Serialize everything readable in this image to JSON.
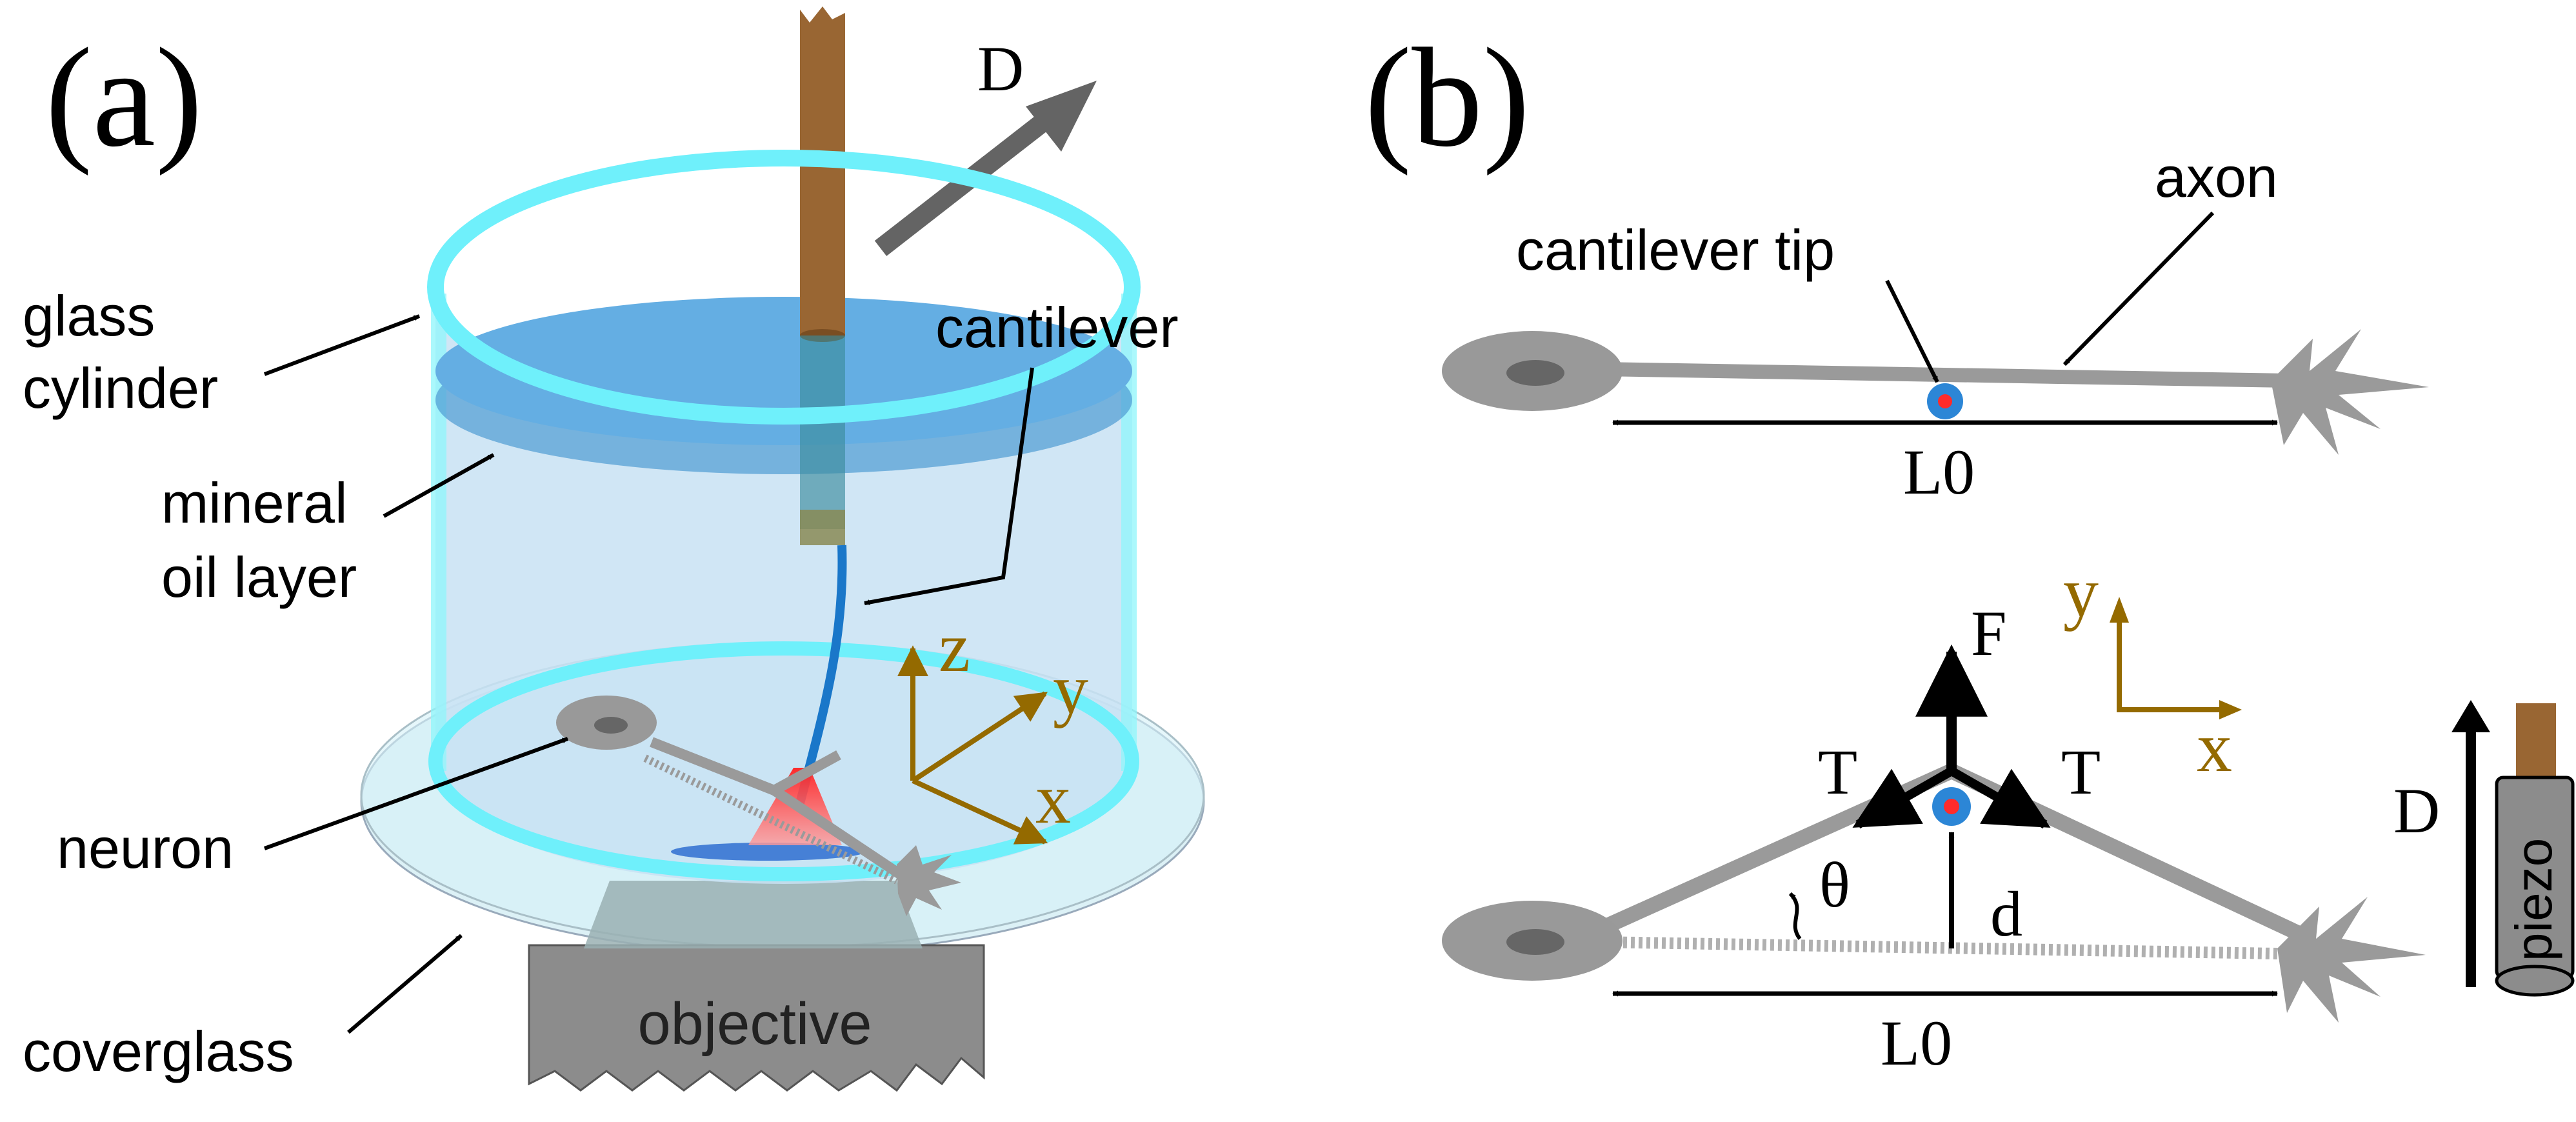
{
  "panel_a": {
    "label": "(a)",
    "labels": {
      "glass_cylinder_1": "glass",
      "glass_cylinder_2": "cylinder",
      "mineral_oil_1": "mineral",
      "mineral_oil_2": "oil layer",
      "neuron": "neuron",
      "coverglass": "coverglass",
      "objective": "objective",
      "cantilever": "cantilever",
      "D": "D"
    },
    "axes": {
      "z": "z",
      "y": "y",
      "x": "x"
    }
  },
  "panel_b": {
    "label": "(b)",
    "top": {
      "cantilever_tip": "cantilever tip",
      "axon": "axon",
      "L0": "L0"
    },
    "bottom": {
      "F": "F",
      "T_left": "T",
      "T_right": "T",
      "theta": "θ",
      "d": "d",
      "L0": "L0",
      "D": "D",
      "piezo": "piezo"
    },
    "axes": {
      "y": "y",
      "x": "x"
    }
  },
  "colors": {
    "wood": "#996633",
    "glass_cyan": "#8ff6fb",
    "water": "#c9e3f2",
    "oil": "#5fa9df",
    "cantilever": "#1a77c9",
    "laser": "#ff5a5a",
    "neuron_gray": "#999999",
    "axis_brown": "#946a00",
    "objective": "#8f8f8f",
    "tip_blue": "#2c86d6",
    "tip_red": "#ff2b2b"
  }
}
